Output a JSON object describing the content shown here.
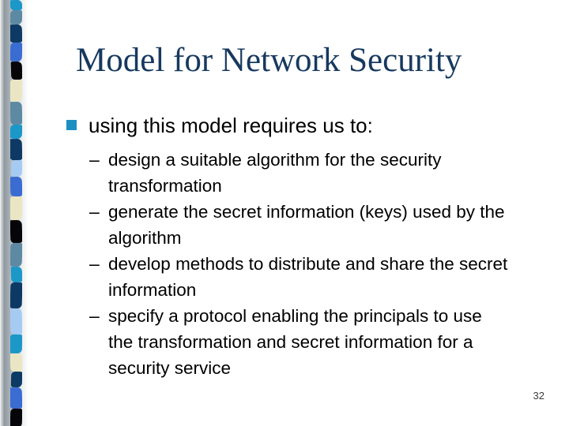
{
  "slide": {
    "title": "Model for Network Security",
    "page_number": "32"
  },
  "body": {
    "bullet": "using this model requires us to:",
    "sub_bullet_marker": "–",
    "sub_bullets": [
      {
        "text": "design a suitable algorithm for the security\ntransformation"
      },
      {
        "text": "generate the secret information (keys) used by the\nalgorithm"
      },
      {
        "text": "develop methods to distribute and share the secret\ninformation"
      },
      {
        "text": "specify a protocol enabling the principals to use\nthe transformation and secret information for a\nsecurity service"
      }
    ]
  },
  "colors": {
    "title_text": "#17395f",
    "body_text": "#000000",
    "bullet_square": "#1b8fc1",
    "background": "#ffffff"
  },
  "decor": {
    "tile_colors": {
      "cyan": "#1b97c8",
      "steel": "#5d89a2",
      "navy": "#0d3a64",
      "royal": "#3a6cd2",
      "black": "#060608",
      "cream": "#eae6c3",
      "lightblue": "#a6cbf2"
    },
    "tiles": [
      {
        "color": "cyan",
        "h": 13
      },
      {
        "color": "steel",
        "h": 18
      },
      {
        "color": "navy",
        "h": 23
      },
      {
        "color": "royal",
        "h": 24
      },
      {
        "color": "black",
        "h": 23
      },
      {
        "color": "cream",
        "h": 28
      },
      {
        "color": "steel",
        "h": 29
      },
      {
        "color": "cyan",
        "h": 18
      },
      {
        "color": "navy",
        "h": 27
      },
      {
        "color": "lightblue",
        "h": 21
      },
      {
        "color": "royal",
        "h": 25
      },
      {
        "color": "cream",
        "h": 30
      },
      {
        "color": "black",
        "h": 29
      },
      {
        "color": "steel",
        "h": 30
      },
      {
        "color": "cyan",
        "h": 20
      },
      {
        "color": "navy",
        "h": 33
      },
      {
        "color": "lightblue",
        "h": 33
      },
      {
        "color": "cyan",
        "h": 24
      },
      {
        "color": "cream",
        "h": 23
      },
      {
        "color": "navy",
        "h": 20
      },
      {
        "color": "royal",
        "h": 27
      },
      {
        "color": "black",
        "h": 24
      }
    ]
  }
}
